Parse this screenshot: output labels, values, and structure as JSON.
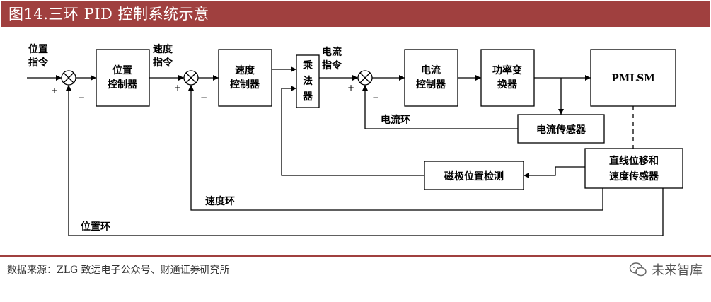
{
  "header": {
    "title": "图14.三环 PID 控制系统示意"
  },
  "diagram": {
    "inputs": {
      "position_cmd": [
        "位置",
        "指令"
      ],
      "speed_cmd": [
        "速度",
        "指令"
      ],
      "current_cmd": [
        "电流",
        "指令"
      ]
    },
    "blocks": {
      "position_controller": [
        "位置",
        "控制器"
      ],
      "speed_controller": [
        "速度",
        "控制器"
      ],
      "multiplier": [
        "乘",
        "法",
        "器"
      ],
      "current_controller": [
        "电流",
        "控制器"
      ],
      "power_converter": [
        "功率变",
        "换器"
      ],
      "motor": "PMLSM",
      "current_sensor": "电流传感器",
      "linear_sensor": [
        "直线位移和",
        "速度传感器"
      ],
      "magnetic_pole_detector": "磁极位置检测"
    },
    "loops": {
      "current_loop": "电流环",
      "speed_loop": "速度环",
      "position_loop": "位置环"
    },
    "signs": {
      "plus": "+",
      "minus": "−"
    }
  },
  "footer": {
    "source": "数据来源：ZLG 致远电子公众号、财通证券研究所",
    "watermark": "未来智库"
  }
}
